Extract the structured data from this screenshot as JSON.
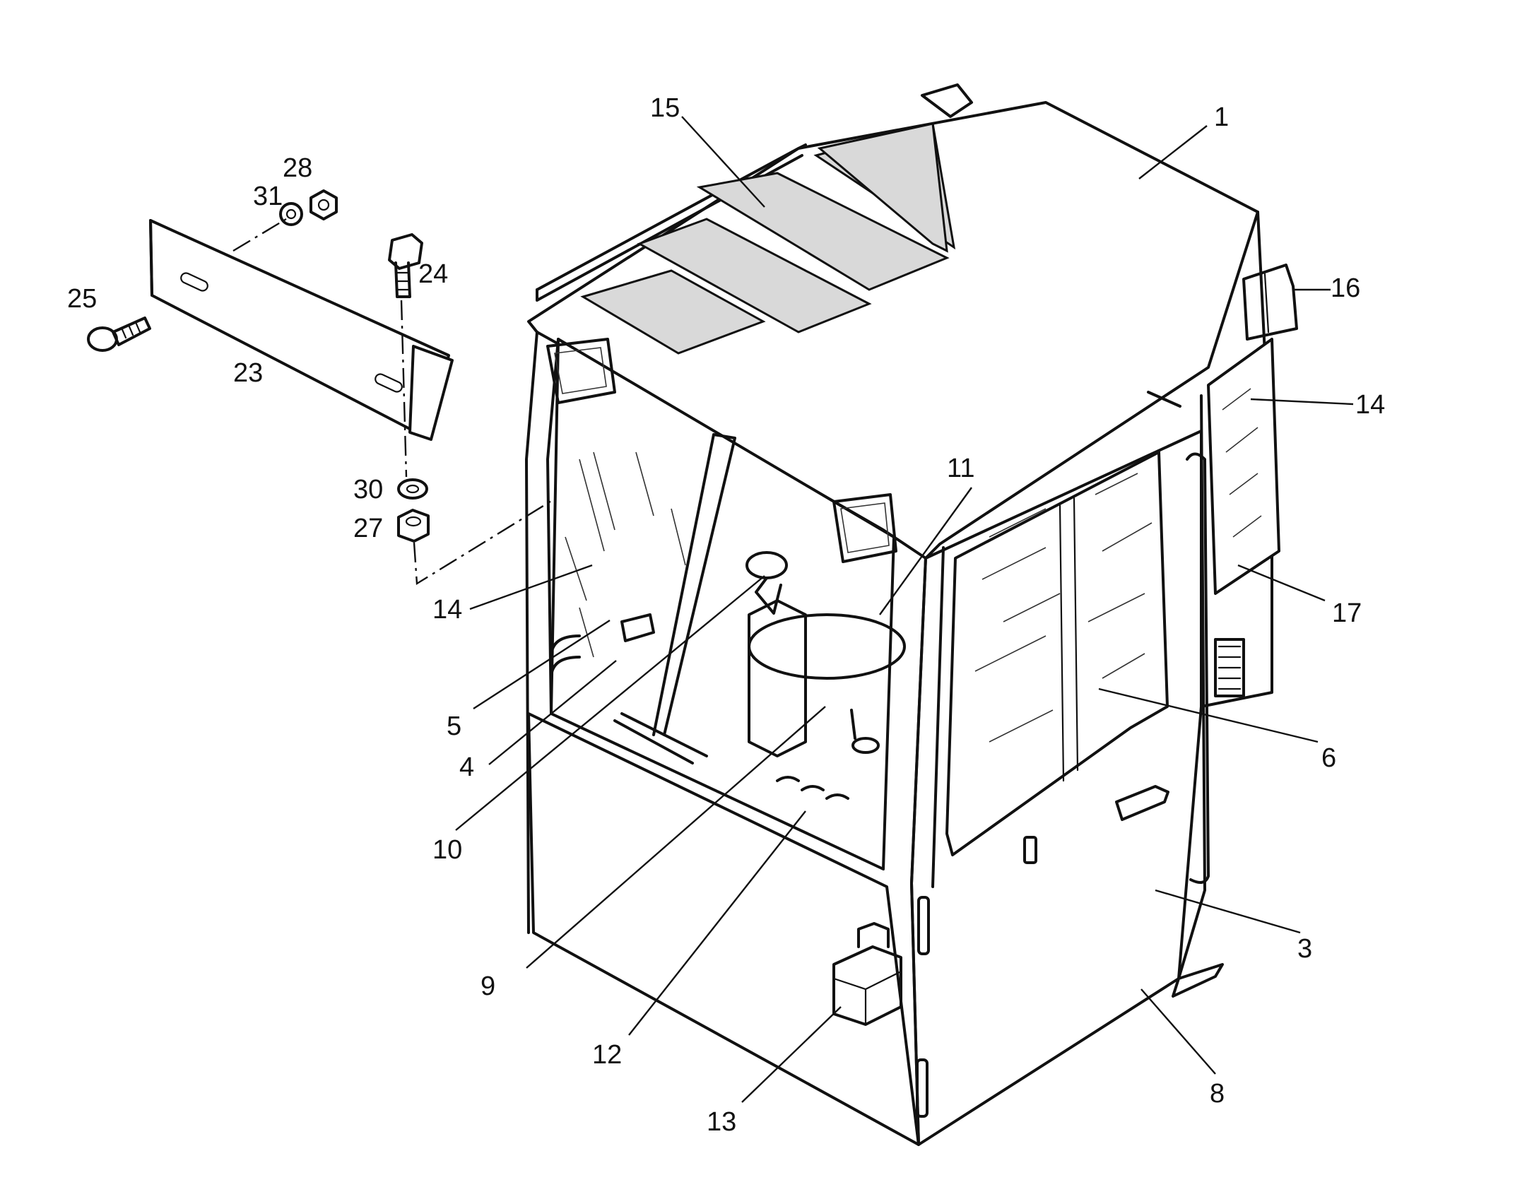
{
  "callouts": [
    {
      "id": "c1",
      "text": "1"
    },
    {
      "id": "c15",
      "text": "15"
    },
    {
      "id": "c16",
      "text": "16"
    },
    {
      "id": "c14a",
      "text": "14"
    },
    {
      "id": "c14b",
      "text": "14"
    },
    {
      "id": "c17",
      "text": "17"
    },
    {
      "id": "c11",
      "text": "11"
    },
    {
      "id": "c6",
      "text": "6"
    },
    {
      "id": "c3",
      "text": "3"
    },
    {
      "id": "c8",
      "text": "8"
    },
    {
      "id": "c13",
      "text": "13"
    },
    {
      "id": "c12",
      "text": "12"
    },
    {
      "id": "c9",
      "text": "9"
    },
    {
      "id": "c10",
      "text": "10"
    },
    {
      "id": "c4",
      "text": "4"
    },
    {
      "id": "c5",
      "text": "5"
    },
    {
      "id": "c23",
      "text": "23"
    },
    {
      "id": "c24",
      "text": "24"
    },
    {
      "id": "c25",
      "text": "25"
    },
    {
      "id": "c27",
      "text": "27"
    },
    {
      "id": "c28",
      "text": "28"
    },
    {
      "id": "c30",
      "text": "30"
    },
    {
      "id": "c31",
      "text": "31"
    }
  ]
}
